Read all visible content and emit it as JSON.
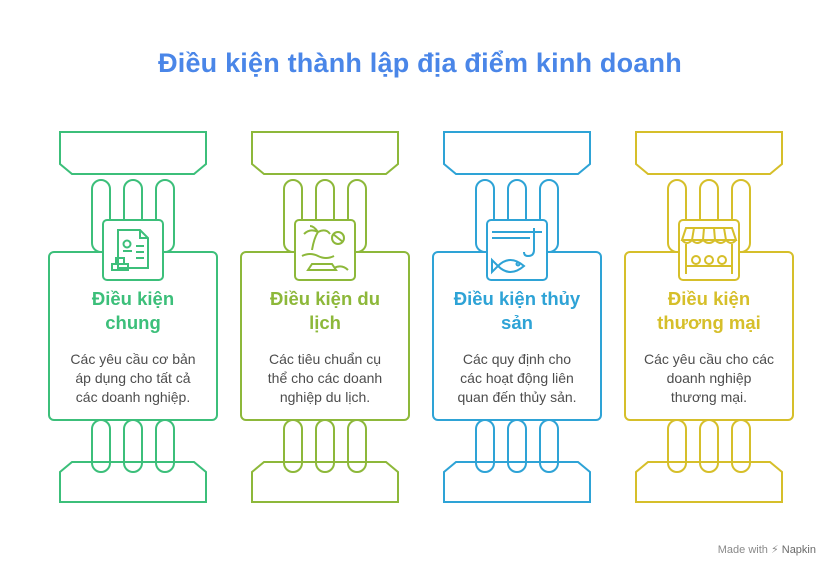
{
  "title": "Điều kiện thành lập địa điểm kinh doanh",
  "cards": [
    {
      "title_lines": [
        "Điều kiện",
        "chung"
      ],
      "desc_lines": [
        "Các yêu cầu cơ bản",
        "áp dụng cho tất cả",
        "các doanh nghiệp."
      ],
      "color": "#3cbf7a",
      "icon": "document-stamp-icon"
    },
    {
      "title_lines": [
        "Điều kiện du",
        "lịch"
      ],
      "desc_lines": [
        "Các tiêu chuẩn cụ",
        "thể cho các doanh",
        "nghiệp du lịch."
      ],
      "color": "#8db83a",
      "icon": "beach-travel-icon"
    },
    {
      "title_lines": [
        "Điều kiện thủy",
        "sản"
      ],
      "desc_lines": [
        "Các quy định cho",
        "các hoạt động liên",
        "quan đến thủy sản."
      ],
      "color": "#2ea3d6",
      "icon": "fish-hook-icon"
    },
    {
      "title_lines": [
        "Điều kiện",
        "thương mại"
      ],
      "desc_lines": [
        "Các yêu cầu cho các",
        "doanh nghiệp",
        "thương mại."
      ],
      "color": "#d6bf2a",
      "icon": "market-stall-icon"
    }
  ],
  "footer": {
    "made_with": "Made with",
    "brand": "Napkin"
  }
}
